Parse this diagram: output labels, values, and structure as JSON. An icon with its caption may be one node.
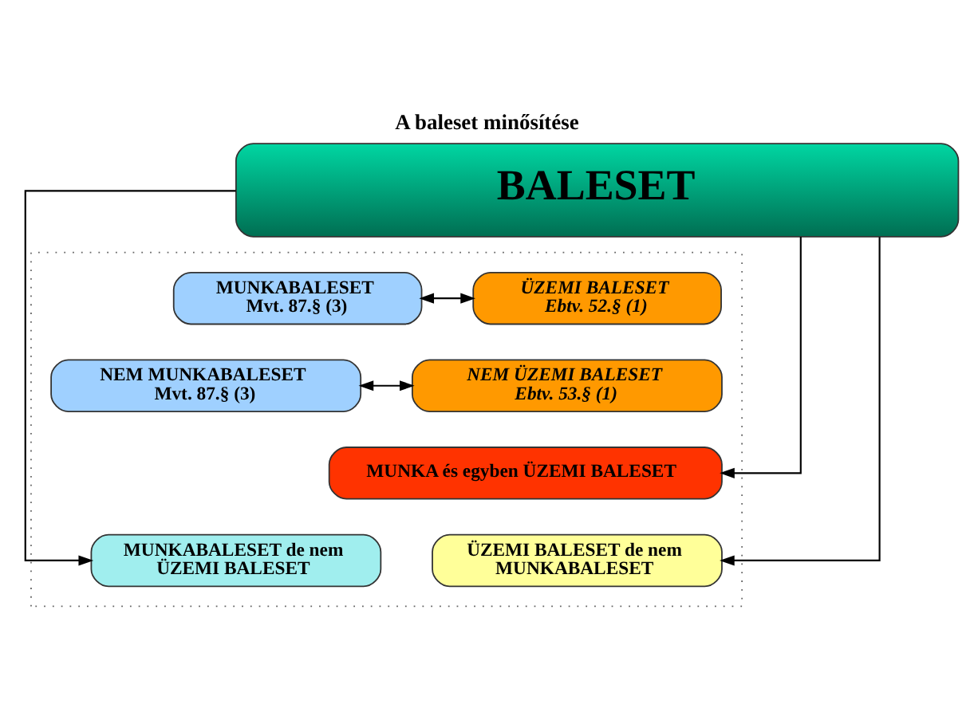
{
  "diagram": {
    "title": "A baleset minősítése",
    "nodes": [
      {
        "text": [
          "BALESET"
        ]
      },
      {
        "text": [],
        "shape": "box"
      },
      {
        "text": [
          "MUNKABALESET",
          "Mvt. 87.§ (3)"
        ],
        "in": 1
      },
      {
        "text": [
          "ÜZEMI BALESET",
          "Ebtv. 52.§ (1)"
        ],
        "in": 1
      },
      {
        "text": [
          "NEM MUNKABALESET",
          "Mvt. 87.§ (3)"
        ],
        "in": 1
      },
      {
        "text": [
          "NEM ÜZEMI BALESET",
          "Ebtv. 53.§ (1)"
        ],
        "in": 1
      },
      {
        "text": [
          "MUNKA és egyben ÜZEMI BALESET"
        ],
        "in": 1
      },
      {
        "text": [
          "MUNKABALESET de nem ÜZEMI BALESET"
        ],
        "in": 1
      },
      {
        "text": [
          "ÜZEMI BALESET de nem MUNKABALESET"
        ],
        "in": 1
      }
    ],
    "edges": [
      {
        "from": 0,
        "to": 7,
        "arrow": "to"
      },
      {
        "from": 0,
        "to": 6,
        "arrow": "to"
      },
      {
        "from": 0,
        "to": 8,
        "arrow": "to"
      },
      {
        "from": 2,
        "to": 3,
        "arrow": "both"
      },
      {
        "from": 4,
        "to": 5,
        "arrow": "both"
      }
    ]
  }
}
